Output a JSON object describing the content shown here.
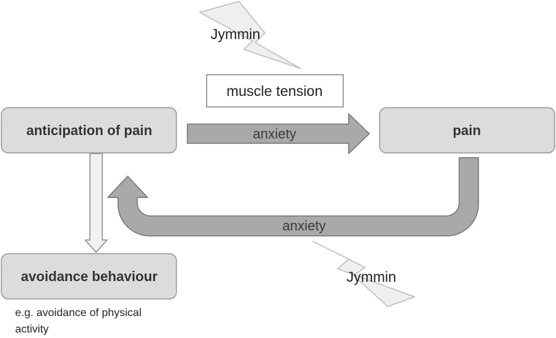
{
  "nodes": {
    "anticipation": {
      "label": "anticipation of pain"
    },
    "pain": {
      "label": "pain"
    },
    "avoidance": {
      "label": "avoidance behaviour"
    }
  },
  "edges": {
    "anxiety_forward": {
      "label": "anxiety"
    },
    "anxiety_feedback": {
      "label": "anxiety"
    }
  },
  "muscle_tension": {
    "label": "muscle tension"
  },
  "interventions": {
    "top": {
      "label": "Jymmin"
    },
    "bottom": {
      "label": "Jymmin"
    }
  },
  "avoidance_note": {
    "line1": "e.g. avoidance of physical",
    "line2": "activity"
  },
  "colors": {
    "node_fill": "#dcdcdc",
    "node_stroke": "#9a9a9a",
    "arrow_fill": "#a9a9a9",
    "arrow_stroke": "#777777",
    "light_arrow_fill": "#f1f1f1",
    "lightning_fill": "#efefef",
    "lightning_stroke": "#bdbdbd"
  }
}
